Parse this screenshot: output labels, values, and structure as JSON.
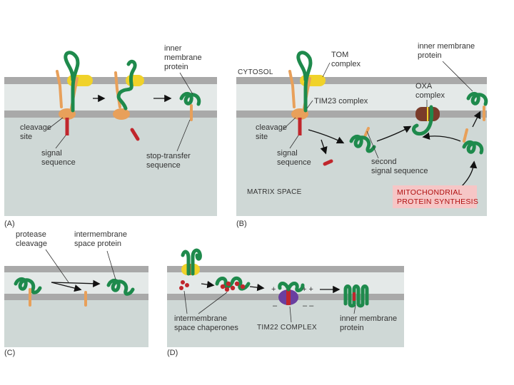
{
  "panels": {
    "a": {
      "label": "(A)",
      "inner_membrane_protein": [
        "inner",
        "membrane",
        "protein"
      ],
      "cleavage_site": [
        "cleavage",
        "site"
      ],
      "signal_sequence": [
        "signal",
        "sequence"
      ],
      "stop_transfer_sequence": [
        "stop-transfer",
        "sequence"
      ]
    },
    "b": {
      "label": "(B)",
      "cytosol": "CYTOSOL",
      "tom_complex": [
        "TOM",
        "complex"
      ],
      "tim23_complex": "TIM23 complex",
      "inner_membrane_protein": [
        "inner membrane",
        "protein"
      ],
      "oxa_complex": [
        "OXA",
        "complex"
      ],
      "cleavage_site": [
        "cleavage",
        "site"
      ],
      "signal_sequence": [
        "signal",
        "sequence"
      ],
      "second_signal_sequence": [
        "second",
        "signal sequence"
      ],
      "matrix_space": "MATRIX SPACE",
      "mito_synthesis": [
        "MITOCHONDRIAL",
        "PROTEIN SYNTHESIS"
      ]
    },
    "c": {
      "label": "(C)",
      "protease_cleavage": [
        "protease",
        "cleavage"
      ],
      "intermembrane_space_protein": [
        "intermembrane",
        "space protein"
      ]
    },
    "d": {
      "label": "(D)",
      "chaperones": [
        "intermembrane",
        "space chaperones"
      ],
      "tim22_complex": "TIM22 COMPLEX",
      "inner_membrane_protein": [
        "inner membrane",
        "protein"
      ],
      "charges": {
        "plus": "+",
        "plus_plus": "+ +",
        "minus": "–",
        "minus_minus": "– –"
      }
    }
  },
  "colors": {
    "membrane": "#a9a9a9",
    "matrix": "#cfd8d6",
    "intermembrane": "#e4e9e8",
    "protein": "#1e8a4c",
    "signal": "#c0262c",
    "tom": "#f0d22a",
    "tim23": "#e8a05a",
    "oxa": "#7a3b2a",
    "tim22": "#6a3fa0",
    "highlight_box": "#f6c6c6"
  }
}
